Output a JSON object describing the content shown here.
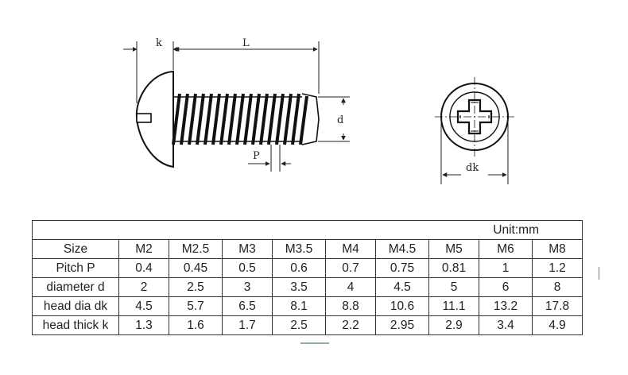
{
  "drawing": {
    "labels": {
      "k": "k",
      "L": "L",
      "d": "d",
      "P": "P",
      "dk": "dk"
    }
  },
  "table": {
    "unit": "Unit:mm",
    "rows": [
      {
        "label": "Size",
        "values": [
          "M2",
          "M2.5",
          "M3",
          "M3.5",
          "M4",
          "M4.5",
          "M5",
          "M6",
          "M8"
        ]
      },
      {
        "label": "Pitch P",
        "values": [
          "0.4",
          "0.45",
          "0.5",
          "0.6",
          "0.7",
          "0.75",
          "0.81",
          "1",
          "1.2"
        ]
      },
      {
        "label": "diameter d",
        "values": [
          "2",
          "2.5",
          "3",
          "3.5",
          "4",
          "4.5",
          "5",
          "6",
          "8"
        ]
      },
      {
        "label": "head dia dk",
        "values": [
          "4.5",
          "5.7",
          "6.5",
          "8.1",
          "8.8",
          "10.6",
          "11.1",
          "13.2",
          "17.8"
        ]
      },
      {
        "label": "head thick k",
        "values": [
          "1.3",
          "1.6",
          "1.7",
          "2.5",
          "2.2",
          "2.95",
          "2.9",
          "3.4",
          "4.9"
        ]
      }
    ]
  }
}
